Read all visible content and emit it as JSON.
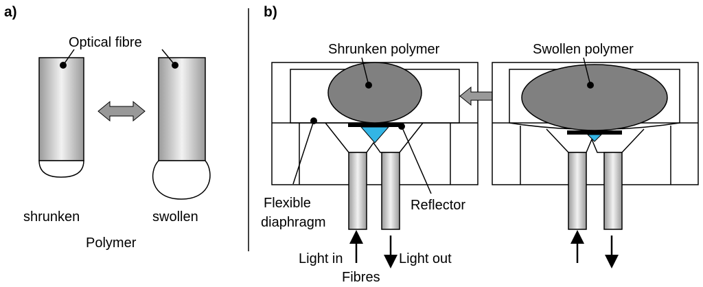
{
  "panels": {
    "a": {
      "label": "a)",
      "callout": "Optical fibre",
      "state_left": "shrunken",
      "state_right": "swollen",
      "caption": "Polymer"
    },
    "b": {
      "label": "b)",
      "left_title": "Shrunken polymer",
      "right_title": "Swollen polymer",
      "diaphragm_line1": "Flexible",
      "diaphragm_line2": "diaphragm",
      "reflector": "Reflector",
      "light_in": "Light in",
      "light_out": "Light out",
      "fibres": "Fibres"
    }
  },
  "colors": {
    "polymer_fill": "#808080",
    "reflector_blue": "#33b5e5",
    "arrow_fill": "#999999",
    "line": "#000000"
  }
}
